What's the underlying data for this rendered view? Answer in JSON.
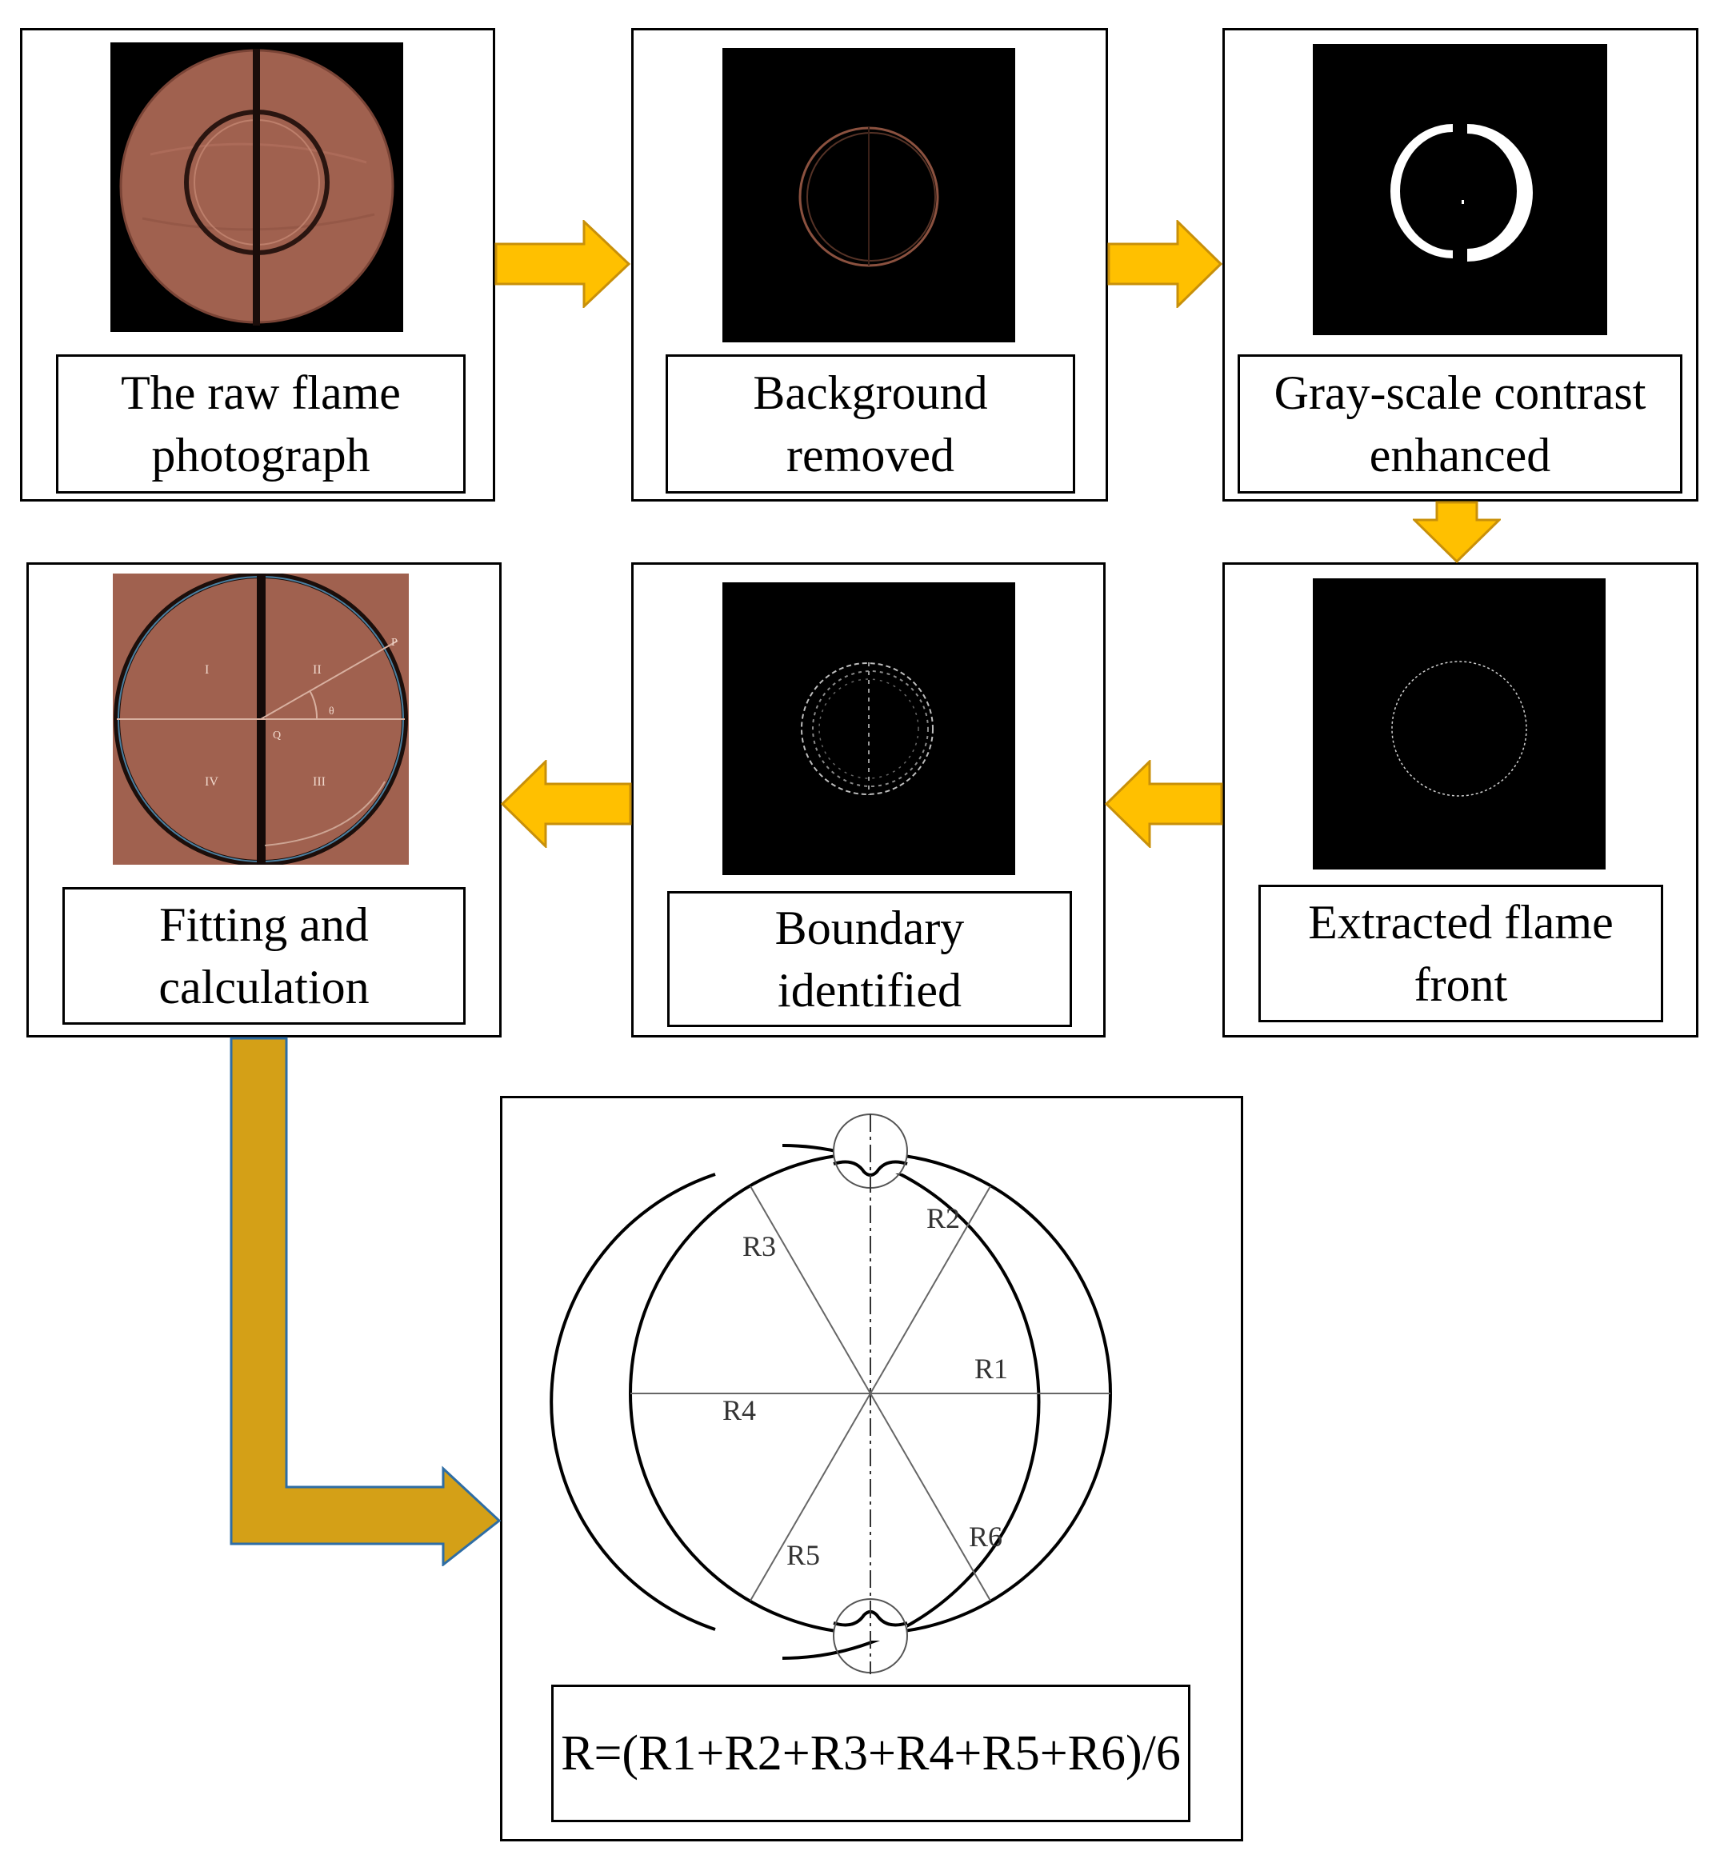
{
  "steps": {
    "raw": "The raw flame\nphotograph",
    "background": "Background\nremoved",
    "contrast": "Gray-scale contrast\nenhanced",
    "extracted": "Extracted flame\nfront",
    "boundary": "Boundary\nidentified",
    "fitting": "Fitting and\ncalculation"
  },
  "fit_photo_marks": {
    "q1": "I",
    "q2": "II",
    "q3": "III",
    "q4": "IV",
    "point_p": "P",
    "point_q": "Q",
    "angle": "θ"
  },
  "radius_labels": {
    "r1": "R1",
    "r2": "R2",
    "r3": "R3",
    "r4": "R4",
    "r5": "R5",
    "r6": "R6"
  },
  "formula": "R=(R1+R2+R3+R4+R5+R6)/6",
  "colors": {
    "arrow_fill": "#FFC000",
    "arrow_stroke": "#C8900A",
    "long_arrow_fill": "#D4A017",
    "long_arrow_stroke": "#2E6DA4",
    "flame_photo": "#A0614F"
  }
}
